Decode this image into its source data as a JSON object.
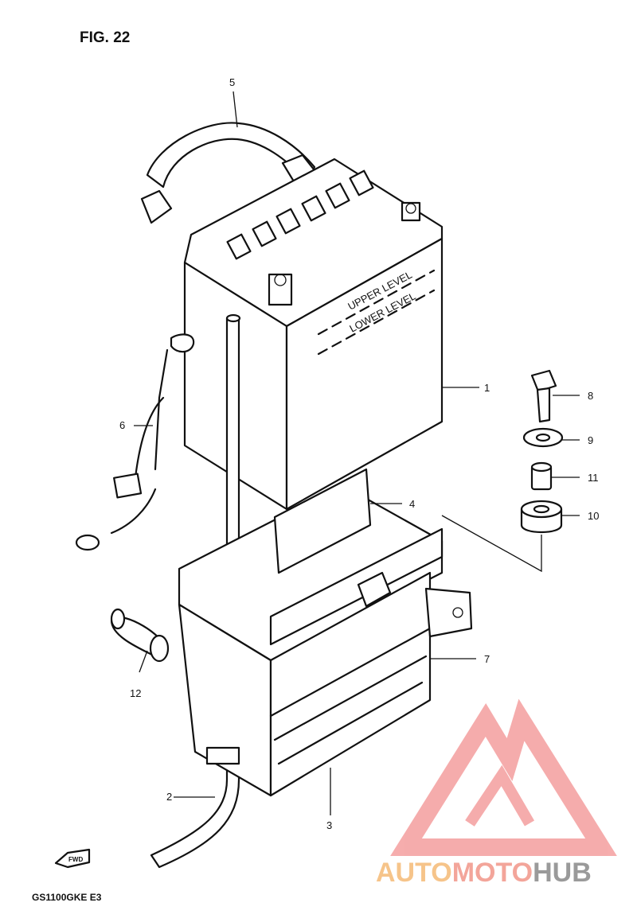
{
  "figure_title": "FIG. 22",
  "model_code": "GS1100GKE E3",
  "fwd_label": "FWD",
  "battery_markings": {
    "upper": "UPPER LEVEL",
    "lower": "LOWER LEVEL"
  },
  "callouts": [
    {
      "id": "1",
      "text": "1"
    },
    {
      "id": "2",
      "text": "2"
    },
    {
      "id": "3",
      "text": "3"
    },
    {
      "id": "4",
      "text": "4"
    },
    {
      "id": "5",
      "text": "5"
    },
    {
      "id": "6",
      "text": "6"
    },
    {
      "id": "7",
      "text": "7"
    },
    {
      "id": "8",
      "text": "8"
    },
    {
      "id": "9",
      "text": "9"
    },
    {
      "id": "10",
      "text": "10"
    },
    {
      "id": "11",
      "text": "11"
    },
    {
      "id": "12",
      "text": "12"
    }
  ],
  "watermark": {
    "part1": "AUTO",
    "part2": "MOTO",
    "part3": "HUB",
    "color_auto": "#f6c48a",
    "color_moto": "#f3a59a",
    "color_hub": "#9a9a9a",
    "logo_color": "#f28a8a"
  }
}
